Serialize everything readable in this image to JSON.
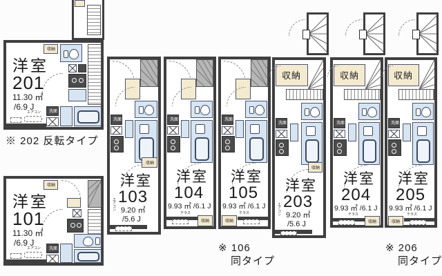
{
  "title": "apartment-floorplan",
  "labels": {
    "room_type": "洋室",
    "closet": "収納",
    "washstand": "洗面",
    "aircon": "エアコン",
    "terrace": "テラス"
  },
  "units": {
    "u201": {
      "number": "201",
      "area": "11.30 ㎡",
      "tatami": "/6.9 J"
    },
    "u101": {
      "number": "101",
      "area": "11.30 ㎡",
      "tatami": "/6.9 J"
    },
    "u103": {
      "number": "103",
      "area": "9.20 ㎡",
      "tatami": "/5.6 J"
    },
    "u104": {
      "number": "104",
      "area_line": "9.93 ㎡ /6.1 J"
    },
    "u105": {
      "number": "105",
      "area_line": "9.93 ㎡ /6.1 J"
    },
    "u203": {
      "number": "203",
      "area": "9.20 ㎡",
      "tatami": "/5.6 J"
    },
    "u204": {
      "number": "204",
      "area_line": "9.93 ㎡ /6.1 J"
    },
    "u205": {
      "number": "205",
      "area_line": "9.93 ㎡ /6.1 J"
    }
  },
  "notes": {
    "reverse_202": "※ 202 反転タイプ",
    "same_106_no": "※ 106",
    "same_106_type": "同タイプ",
    "same_206_no": "※ 206",
    "same_206_type": "同タイプ"
  },
  "colors": {
    "wall": "#3f3f3f",
    "fixture_blue": "#d7e4f2",
    "closet_beige": "#f4ead0",
    "stair_gray": "#b6b6b6",
    "background": "#fcfcfc"
  }
}
